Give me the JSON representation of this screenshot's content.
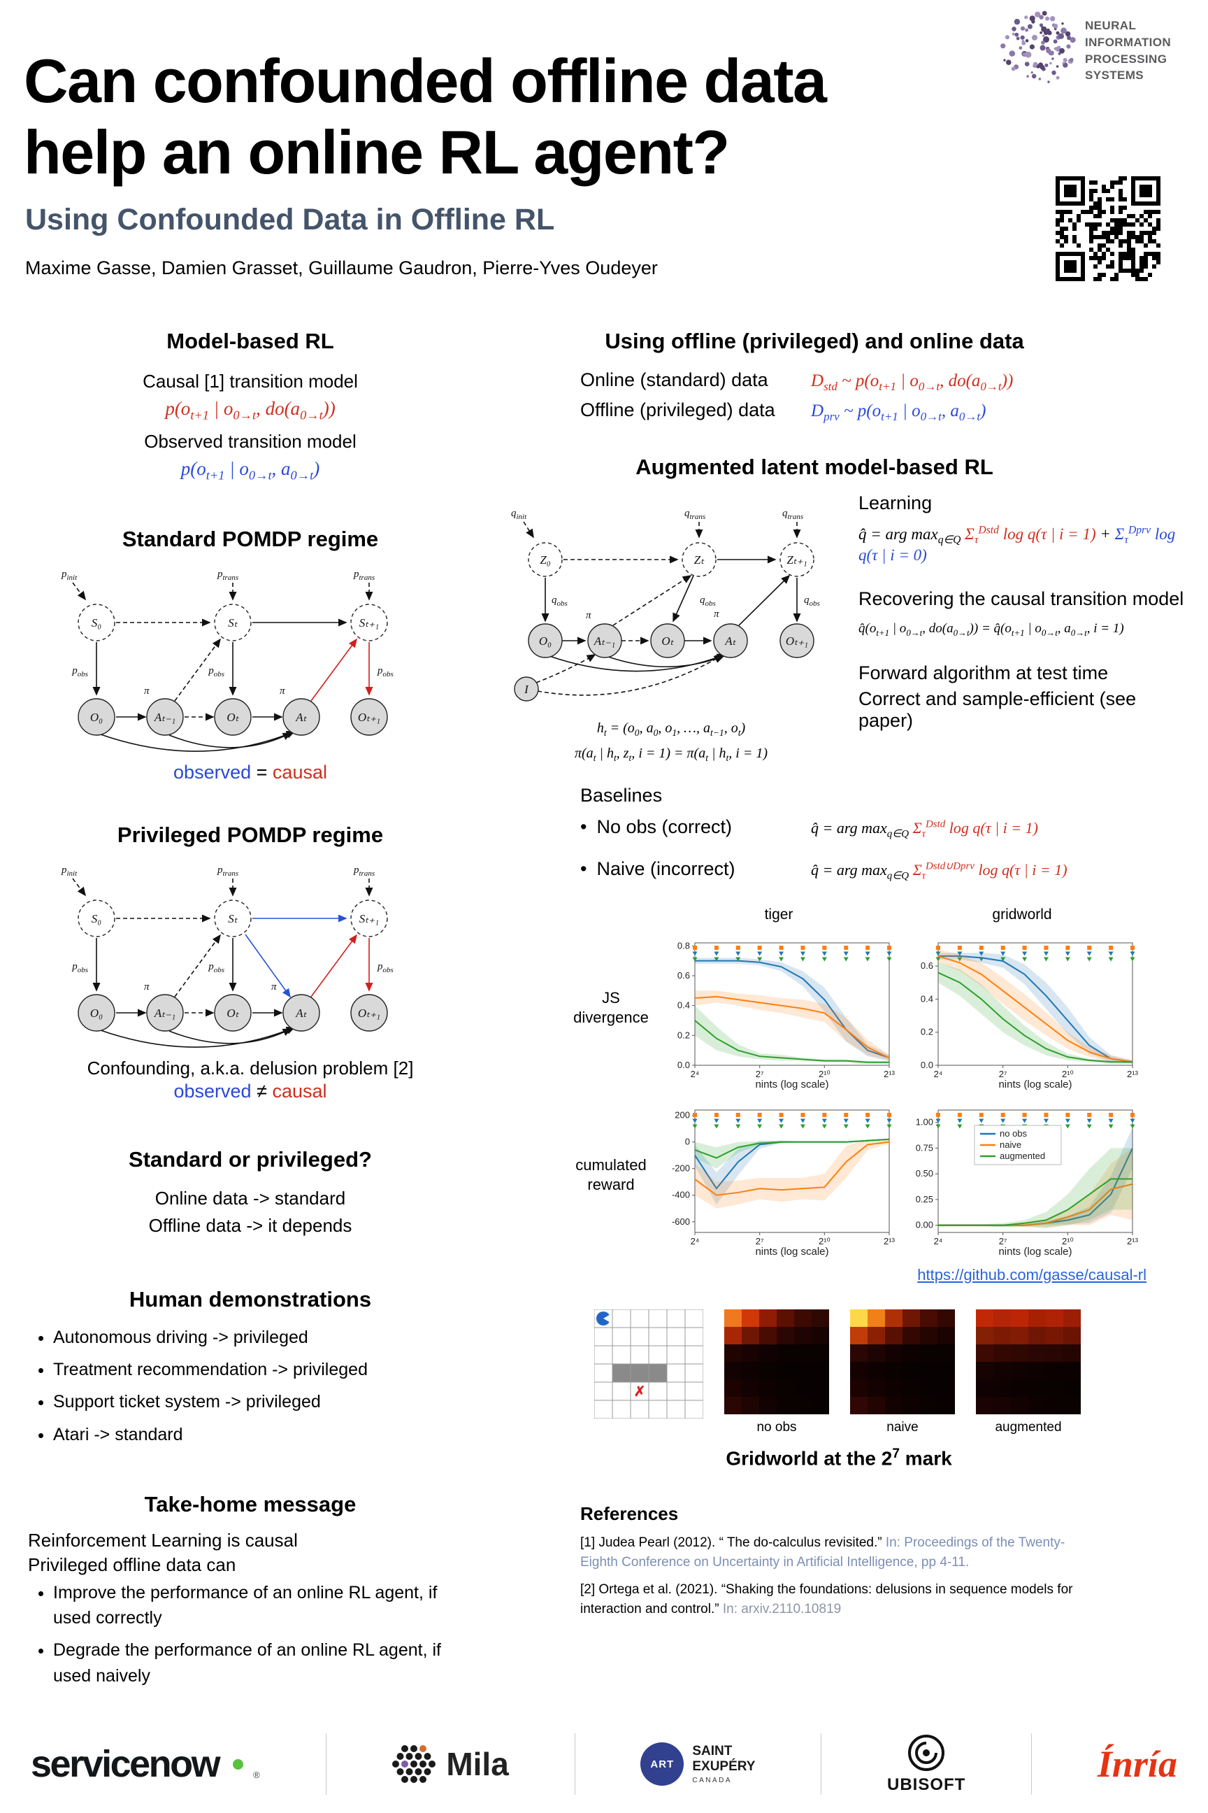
{
  "colors": {
    "formula_red": "#cf2e1d",
    "formula_blue": "#2948d8",
    "subtitle": "#44546a",
    "link": "#2964d8",
    "series_blue": "#1f77b4",
    "series_orange": "#ff7f0e",
    "series_green": "#2ca02c"
  },
  "header": {
    "title_line1": "Can confounded offline data",
    "title_line2": "help an online RL agent?",
    "subtitle": "Using Confounded Data in Offline RL",
    "authors": "Maxime Gasse, Damien Grasset, Guillaume Gaudron, Pierre-Yves Oudeyer",
    "neurips_line1": "NEURAL INFORMATION",
    "neurips_line2": "PROCESSING SYSTEMS"
  },
  "left": {
    "model_based": {
      "heading": "Model-based RL",
      "causal_label": "Causal [1] transition model",
      "causal_formula": "p(o_{t+1} | o_{0→t}, do(a_{0→t}))",
      "observed_label": "Observed transition model",
      "observed_formula": "p(o_{t+1} | o_{0→t}, a_{0→t})"
    },
    "standard_pomdp": {
      "heading": "Standard POMDP regime",
      "caption_observed": "observed",
      "caption_rel": "=",
      "caption_causal": "causal"
    },
    "privileged_pomdp": {
      "heading": "Privileged POMDP regime",
      "confounding_line": "Confounding, a.k.a. delusion problem [2]",
      "caption_observed": "observed",
      "caption_rel": "≠",
      "caption_causal": "causal"
    },
    "standard_or_priv": {
      "heading": "Standard or privileged?",
      "line1": "Online data -> standard",
      "line2": "Offline data -> it depends"
    },
    "human_demos": {
      "heading": "Human demonstrations",
      "items": [
        "Autonomous driving -> privileged",
        "Treatment recommendation -> privileged",
        "Support ticket system -> privileged",
        "Atari -> standard"
      ]
    },
    "take_home": {
      "heading": "Take-home message",
      "line1": "Reinforcement Learning is causal",
      "line2": "Privileged offline data can",
      "items": [
        "Improve the performance of an online RL agent, if used correctly",
        "Degrade the performance of an online RL agent, if used naively"
      ]
    }
  },
  "right": {
    "offline_online": {
      "heading": "Using offline (privileged) and online data",
      "online_label": "Online (standard) data",
      "online_formula": "D_{std} ~ p(o_{t+1} | o_{0→t}, do(a_{0→t}))",
      "offline_label": "Offline (privileged) data",
      "offline_formula": "D_{prv} ~ p(o_{t+1} | o_{0→t}, a_{0→t})"
    },
    "augmented": {
      "heading": "Augmented latent model-based RL",
      "history_formula": "h_{t} = (o_{0}, a_{0}, o_{1}, …, a_{t−1}, o_{t})",
      "policy_formula": "π(a_{t} | h_{t}, z_{t}, i = 1) = π(a_{t} | h_{t}, i = 1)",
      "learning_heading": "Learning",
      "learning_pre": "q̂ = arg max_{q∈Q}",
      "learning_std_term": "Σ_{τ}^{Dstd} log q(τ | i = 1)",
      "learning_plus": "+",
      "learning_prv_term": "Σ_{τ}^{Dprv} log q(τ | i = 0)",
      "recovering_heading": "Recovering the causal transition model",
      "recovering_formula": "q̂(o_{t+1} | o_{0→t}, do(a_{0→t})) = q̂(o_{t+1} | o_{0→t}, a_{0→t}, i = 1)",
      "forward_line1": "Forward algorithm at test time",
      "forward_line2": "Correct and sample-efficient (see paper)"
    },
    "baselines": {
      "heading": "Baselines",
      "no_obs_label": "No obs (correct)",
      "no_obs_pre": "q̂ = arg max_{q∈Q}",
      "no_obs_term": "Σ_{τ}^{Dstd} log q(τ | i = 1)",
      "naive_label": "Naive (incorrect)",
      "naive_pre": "q̂ = arg max_{q∈Q}",
      "naive_term": "Σ_{τ}^{Dstd∪Dprv} log q(τ | i = 1)"
    },
    "github_link": "https://github.com/gasse/causal-rl",
    "gridworld_figure": {
      "caption": "Gridworld at the 2^{7} mark",
      "heatmap_labels": [
        "no obs",
        "naive",
        "augmented"
      ],
      "maze": {
        "cols": 6,
        "rows": 6,
        "agent": [
          0,
          0
        ],
        "walls": [
          [
            1,
            3
          ],
          [
            2,
            3
          ],
          [
            3,
            3
          ]
        ],
        "goal": [
          2,
          4
        ]
      },
      "heatmaps": [
        [
          [
            "#f07820",
            "#d03808",
            "#901c04",
            "#5c1002",
            "#3c0a02",
            "#2e0802"
          ],
          [
            "#a82604",
            "#701604",
            "#480c02",
            "#2c0602",
            "#1e0402",
            "#160302"
          ],
          [
            "#200402",
            "#180302",
            "#100202",
            "#0c0101",
            "#0a0101",
            "#0a0101"
          ],
          [
            "#120202",
            "#0e0101",
            "#0a0101",
            "#080101",
            "#080101",
            "#080101"
          ],
          [
            "#1c0302",
            "#140202",
            "#0e0101",
            "#0a0101",
            "#080101",
            "#080101"
          ],
          [
            "#2a0604",
            "#1e0402",
            "#120202",
            "#0c0101",
            "#0a0101",
            "#080101"
          ]
        ],
        [
          [
            "#ffd84a",
            "#f08018",
            "#b03006",
            "#701604",
            "#480c02",
            "#340802"
          ],
          [
            "#c03c08",
            "#8c2004",
            "#581004",
            "#340802",
            "#240502",
            "#1a0302"
          ],
          [
            "#2a0604",
            "#1e0402",
            "#140202",
            "#0e0101",
            "#0a0101",
            "#0a0101"
          ],
          [
            "#140202",
            "#0e0101",
            "#0a0101",
            "#080101",
            "#080101",
            "#080101"
          ],
          [
            "#1c0302",
            "#140202",
            "#0e0101",
            "#0a0101",
            "#080101",
            "#080101"
          ],
          [
            "#300704",
            "#220502",
            "#140202",
            "#0e0101",
            "#0a0101",
            "#080101"
          ]
        ],
        [
          [
            "#c22806",
            "#b42406",
            "#bc2606",
            "#a82004",
            "#b02206",
            "#9c1e04"
          ],
          [
            "#842004",
            "#7c1a04",
            "#821c04",
            "#701604",
            "#781804",
            "#6c1404"
          ],
          [
            "#3c0a02",
            "#340802",
            "#300802",
            "#2a0604",
            "#280604",
            "#240502"
          ],
          [
            "#160302",
            "#120202",
            "#100202",
            "#0e0101",
            "#0c0101",
            "#0c0101"
          ],
          [
            "#100202",
            "#0e0101",
            "#0c0101",
            "#0a0101",
            "#0a0101",
            "#080101"
          ],
          [
            "#1a0302",
            "#160302",
            "#120202",
            "#0e0101",
            "#0c0101",
            "#0a0101"
          ]
        ]
      ]
    },
    "references": {
      "heading": "References",
      "ref1_main": "[1] Judea Pearl (2012). “ The do-calculus revisited.” ",
      "ref1_venue": "In: Proceedings of the Twenty-Eighth Conference on Uncertainty in Artificial Intelligence, pp 4-11.",
      "ref2_main": "[2] Ortega et al. (2021). “Shaking the foundations: delusions in sequence models for interaction and control.” ",
      "ref2_venue": "In: arxiv.2110.10819"
    }
  },
  "diagram_labels": {
    "p": "p",
    "q": "q",
    "pi": "π",
    "init": "init",
    "trans": "trans",
    "obs": "obs",
    "nodes": {
      "s0": "S₀",
      "st": "Sₜ",
      "st1": "Sₜ₊₁",
      "o0": "O₀",
      "at_1": "Aₜ₋₁",
      "ot": "Oₜ",
      "at": "Aₜ",
      "ot1": "Oₜ₊₁",
      "z0": "Z₀",
      "zt": "Zₜ",
      "zt1": "Zₜ₊₁",
      "i": "I"
    }
  },
  "chart_data": {
    "type": "line",
    "x_label": "nints (log scale)",
    "x_exponents": [
      4,
      5,
      6,
      7,
      8,
      9,
      10,
      11,
      12,
      13
    ],
    "x_ticks": [
      {
        "v": 4,
        "label": "2⁴"
      },
      {
        "v": 7,
        "label": "2⁷"
      },
      {
        "v": 10,
        "label": "2¹⁰"
      },
      {
        "v": 13,
        "label": "2¹³"
      }
    ],
    "col_titles": [
      "tiger",
      "gridworld"
    ],
    "row_labels": [
      "JS divergence",
      "cumulated reward"
    ],
    "legend": [
      {
        "name": "no obs",
        "color": "#1f77b4"
      },
      {
        "name": "naive",
        "color": "#ff7f0e"
      },
      {
        "name": "augmented",
        "color": "#2ca02c"
      }
    ],
    "sig_rows": [
      {
        "color": "#ff7f0e",
        "shape": "square"
      },
      {
        "color": "#1f77b4",
        "shape": "triangle"
      },
      {
        "color": "#2ca02c",
        "shape": "triangle"
      }
    ],
    "plots": [
      {
        "title": "tiger JS divergence",
        "y_range": [
          0,
          0.82
        ],
        "y_ticks": [
          {
            "v": 0,
            "label": "0.0"
          },
          {
            "v": 0.2,
            "label": "0.2"
          },
          {
            "v": 0.4,
            "label": "0.4"
          },
          {
            "v": 0.6,
            "label": "0.6"
          },
          {
            "v": 0.8,
            "label": "0.8"
          }
        ],
        "series": [
          {
            "name": "no obs",
            "color": "#1f77b4",
            "values": [
              0.7,
              0.7,
              0.7,
              0.69,
              0.66,
              0.58,
              0.44,
              0.24,
              0.1,
              0.05
            ],
            "spread": [
              0.02,
              0.02,
              0.02,
              0.02,
              0.03,
              0.05,
              0.08,
              0.08,
              0.04,
              0.02
            ]
          },
          {
            "name": "naive",
            "color": "#ff7f0e",
            "values": [
              0.45,
              0.46,
              0.44,
              0.42,
              0.4,
              0.38,
              0.35,
              0.24,
              0.12,
              0.05
            ],
            "spread": [
              0.05,
              0.04,
              0.04,
              0.05,
              0.05,
              0.06,
              0.06,
              0.08,
              0.05,
              0.02
            ]
          },
          {
            "name": "augmented",
            "color": "#2ca02c",
            "values": [
              0.3,
              0.18,
              0.1,
              0.06,
              0.05,
              0.04,
              0.03,
              0.03,
              0.02,
              0.02
            ],
            "spread": [
              0.1,
              0.08,
              0.04,
              0.02,
              0.02,
              0.01,
              0.01,
              0.01,
              0.01,
              0.01
            ]
          }
        ]
      },
      {
        "title": "gridworld JS divergence",
        "y_range": [
          0,
          0.74
        ],
        "y_ticks": [
          {
            "v": 0,
            "label": "0.0"
          },
          {
            "v": 0.2,
            "label": "0.2"
          },
          {
            "v": 0.4,
            "label": "0.4"
          },
          {
            "v": 0.6,
            "label": "0.6"
          }
        ],
        "series": [
          {
            "name": "no obs",
            "color": "#1f77b4",
            "values": [
              0.66,
              0.66,
              0.65,
              0.63,
              0.55,
              0.42,
              0.27,
              0.12,
              0.04,
              0.02
            ],
            "spread": [
              0.02,
              0.02,
              0.03,
              0.04,
              0.06,
              0.08,
              0.08,
              0.05,
              0.02,
              0.01
            ]
          },
          {
            "name": "naive",
            "color": "#ff7f0e",
            "values": [
              0.66,
              0.62,
              0.55,
              0.45,
              0.35,
              0.25,
              0.15,
              0.08,
              0.04,
              0.02
            ],
            "spread": [
              0.04,
              0.05,
              0.07,
              0.08,
              0.08,
              0.07,
              0.05,
              0.03,
              0.02,
              0.01
            ]
          },
          {
            "name": "augmented",
            "color": "#2ca02c",
            "values": [
              0.56,
              0.5,
              0.4,
              0.28,
              0.18,
              0.1,
              0.05,
              0.03,
              0.02,
              0.02
            ],
            "spread": [
              0.06,
              0.08,
              0.09,
              0.08,
              0.06,
              0.04,
              0.02,
              0.01,
              0.01,
              0.01
            ]
          }
        ]
      },
      {
        "title": "tiger cumulated reward",
        "y_range": [
          -680,
          240
        ],
        "y_ticks": [
          {
            "v": 200,
            "label": "200"
          },
          {
            "v": 0,
            "label": "0"
          },
          {
            "v": -200,
            "label": "-200"
          },
          {
            "v": -400,
            "label": "-400"
          },
          {
            "v": -600,
            "label": "-600"
          }
        ],
        "series": [
          {
            "name": "no obs",
            "color": "#1f77b4",
            "values": [
              -100,
              -350,
              -150,
              -20,
              0,
              0,
              0,
              0,
              10,
              20
            ],
            "spread": [
              80,
              120,
              100,
              30,
              10,
              5,
              5,
              5,
              5,
              5
            ]
          },
          {
            "name": "naive",
            "color": "#ff7f0e",
            "values": [
              -280,
              -400,
              -380,
              -350,
              -360,
              -350,
              -340,
              -150,
              -20,
              0
            ],
            "spread": [
              120,
              100,
              90,
              80,
              90,
              80,
              100,
              120,
              40,
              15
            ]
          },
          {
            "name": "augmented",
            "color": "#2ca02c",
            "values": [
              -60,
              -120,
              -40,
              -10,
              0,
              0,
              0,
              0,
              10,
              20
            ],
            "spread": [
              60,
              80,
              40,
              15,
              8,
              5,
              5,
              5,
              5,
              5
            ]
          }
        ]
      },
      {
        "title": "gridworld cumulated reward",
        "y_range": [
          -0.07,
          1.12
        ],
        "legend": true,
        "y_ticks": [
          {
            "v": 0,
            "label": "0.00"
          },
          {
            "v": 0.25,
            "label": "0.25"
          },
          {
            "v": 0.5,
            "label": "0.50"
          },
          {
            "v": 0.75,
            "label": "0.75"
          },
          {
            "v": 1,
            "label": "1.00"
          }
        ],
        "series": [
          {
            "name": "no obs",
            "color": "#1f77b4",
            "values": [
              0.0,
              0.0,
              0.0,
              0.0,
              0.0,
              0.02,
              0.05,
              0.1,
              0.3,
              0.75
            ],
            "spread": [
              0.01,
              0.01,
              0.01,
              0.01,
              0.01,
              0.02,
              0.04,
              0.08,
              0.18,
              0.2
            ]
          },
          {
            "name": "naive",
            "color": "#ff7f0e",
            "values": [
              0.0,
              0.0,
              0.0,
              0.0,
              0.0,
              0.02,
              0.08,
              0.15,
              0.35,
              0.4
            ],
            "spread": [
              0.01,
              0.01,
              0.01,
              0.01,
              0.02,
              0.04,
              0.08,
              0.15,
              0.25,
              0.35
            ]
          },
          {
            "name": "augmented",
            "color": "#2ca02c",
            "values": [
              0.0,
              0.0,
              0.0,
              0.0,
              0.02,
              0.05,
              0.15,
              0.3,
              0.45,
              0.45
            ],
            "spread": [
              0.01,
              0.01,
              0.01,
              0.02,
              0.03,
              0.08,
              0.15,
              0.25,
              0.3,
              0.3
            ]
          }
        ]
      }
    ]
  },
  "footer": {
    "servicenow": "servicenow",
    "servicenow_reg": "®",
    "mila": "Mila",
    "saintex_circle": "ART",
    "saintex_line1": "SAINT",
    "saintex_line2": "EXUPÉRY",
    "saintex_line3": "CANADA",
    "ubisoft": "UBISOFT",
    "inria": "Ínría"
  }
}
